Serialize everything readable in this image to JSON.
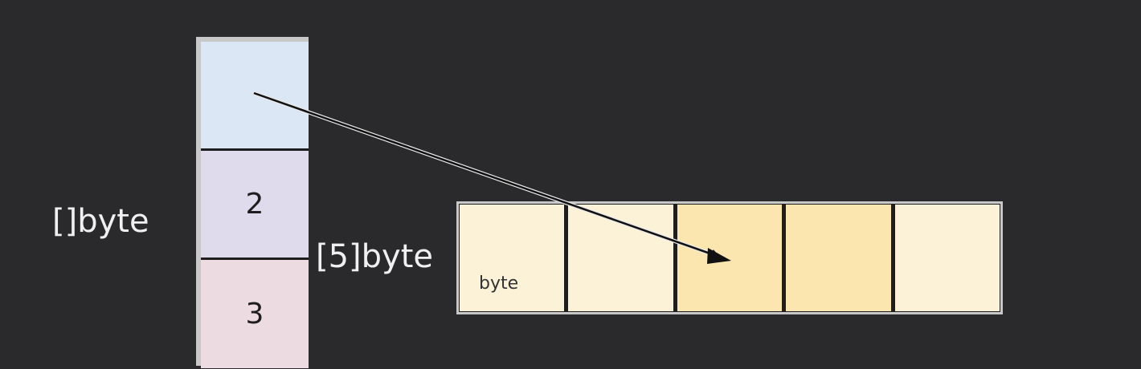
{
  "labels": {
    "slice_type": "[]byte",
    "array_type": "[5]byte"
  },
  "slice_header": {
    "pointer_value": "",
    "length_value": "2",
    "capacity_value": "3"
  },
  "array": {
    "cell_count": 5,
    "highlighted_cells": [
      2,
      3
    ],
    "element_caption": "byte"
  },
  "pointer_target_index": 2
}
